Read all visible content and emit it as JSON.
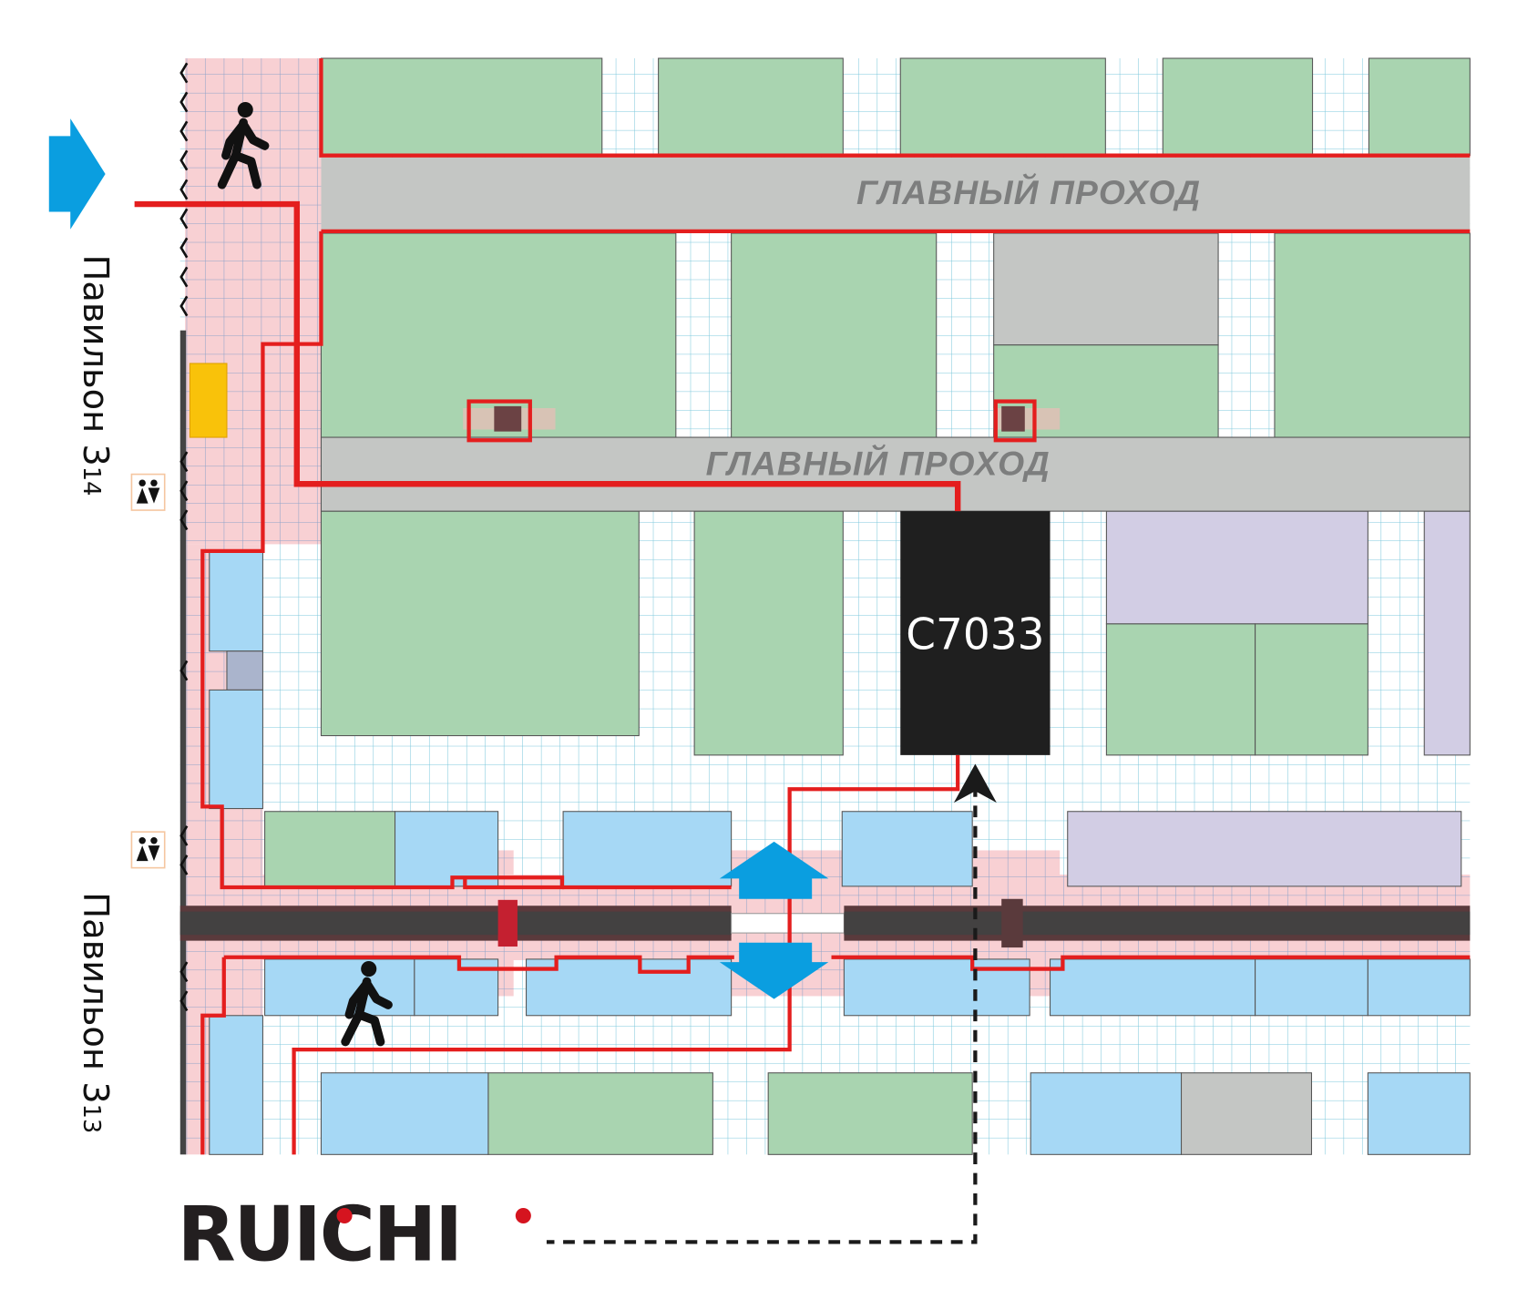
{
  "map": {
    "aisles": [
      {
        "label": "ГЛАВНЫЙ ПРОХОД"
      },
      {
        "label": "ГЛАВНЫЙ ПРОХОД"
      }
    ],
    "target_booth": {
      "label": "C7033",
      "color": "#1f1f1f"
    },
    "pavilions": [
      {
        "label": "Павильон 3",
        "suffix": "14"
      },
      {
        "label": "Павильон 3",
        "suffix": "13"
      }
    ],
    "icons": [
      "entrance-arrow-icon",
      "pedestrian-icon",
      "restroom-icon",
      "escalator-up-icon",
      "escalator-down-icon"
    ],
    "colors": {
      "route": "#e41e1e",
      "green_booth": "#a9d4b0",
      "blue_booth": "#a6d8f5",
      "lavender_booth": "#d2cde4",
      "aisle_gray": "#c4c6c4",
      "arrow_blue": "#0a9ee0",
      "corridor_pink": "#f8d0d3"
    }
  },
  "brand": {
    "logo": "RUICHI"
  }
}
